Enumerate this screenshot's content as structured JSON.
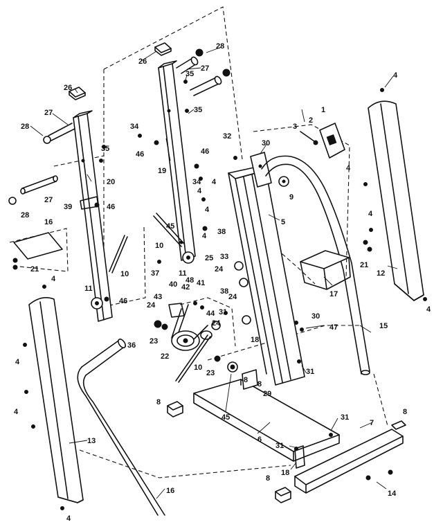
{
  "callouts": [
    {
      "id": "c1",
      "text": "1"
    },
    {
      "id": "c2",
      "text": "2"
    },
    {
      "id": "c3",
      "text": "3"
    },
    {
      "id": "c4a",
      "text": "4"
    },
    {
      "id": "c4b",
      "text": "4"
    },
    {
      "id": "c4c",
      "text": "4"
    },
    {
      "id": "c4d",
      "text": "4"
    },
    {
      "id": "c4e",
      "text": "4"
    },
    {
      "id": "c4f",
      "text": "4"
    },
    {
      "id": "c4g",
      "text": "4"
    },
    {
      "id": "c4h",
      "text": "4"
    },
    {
      "id": "c4i",
      "text": "4"
    },
    {
      "id": "c4j",
      "text": "4"
    },
    {
      "id": "c4k",
      "text": "4"
    },
    {
      "id": "c4l",
      "text": "4"
    },
    {
      "id": "c5",
      "text": "5"
    },
    {
      "id": "c6",
      "text": "6"
    },
    {
      "id": "c7",
      "text": "7"
    },
    {
      "id": "c8a",
      "text": "8"
    },
    {
      "id": "c8b",
      "text": "8"
    },
    {
      "id": "c8c",
      "text": "8"
    },
    {
      "id": "c8d",
      "text": "8"
    },
    {
      "id": "c8e",
      "text": "8"
    },
    {
      "id": "c9",
      "text": "9"
    },
    {
      "id": "c10a",
      "text": "10"
    },
    {
      "id": "c10b",
      "text": "10"
    },
    {
      "id": "c10c",
      "text": "10"
    },
    {
      "id": "c11a",
      "text": "11"
    },
    {
      "id": "c11b",
      "text": "11"
    },
    {
      "id": "c12",
      "text": "12"
    },
    {
      "id": "c13",
      "text": "13"
    },
    {
      "id": "c14",
      "text": "14"
    },
    {
      "id": "c15",
      "text": "15"
    },
    {
      "id": "c16a",
      "text": "16"
    },
    {
      "id": "c16b",
      "text": "16"
    },
    {
      "id": "c17",
      "text": "17"
    },
    {
      "id": "c18a",
      "text": "18"
    },
    {
      "id": "c18b",
      "text": "18"
    },
    {
      "id": "c19",
      "text": "19"
    },
    {
      "id": "c20",
      "text": "20"
    },
    {
      "id": "c21a",
      "text": "21"
    },
    {
      "id": "c21b",
      "text": "21"
    },
    {
      "id": "c22",
      "text": "22"
    },
    {
      "id": "c23a",
      "text": "23"
    },
    {
      "id": "c23b",
      "text": "23"
    },
    {
      "id": "c24a",
      "text": "24"
    },
    {
      "id": "c24b",
      "text": "24"
    },
    {
      "id": "c24c",
      "text": "24"
    },
    {
      "id": "c24d",
      "text": "24"
    },
    {
      "id": "c25",
      "text": "25"
    },
    {
      "id": "c26a",
      "text": "26"
    },
    {
      "id": "c26b",
      "text": "26"
    },
    {
      "id": "c27a",
      "text": "27"
    },
    {
      "id": "c27b",
      "text": "27"
    },
    {
      "id": "c27c",
      "text": "27"
    },
    {
      "id": "c28a",
      "text": "28"
    },
    {
      "id": "c28b",
      "text": "28"
    },
    {
      "id": "c28c",
      "text": "28"
    },
    {
      "id": "c29",
      "text": "29"
    },
    {
      "id": "c30a",
      "text": "30"
    },
    {
      "id": "c30b",
      "text": "30"
    },
    {
      "id": "c31a",
      "text": "31"
    },
    {
      "id": "c31b",
      "text": "31"
    },
    {
      "id": "c31c",
      "text": "31"
    },
    {
      "id": "c31d",
      "text": "31"
    },
    {
      "id": "c32",
      "text": "32"
    },
    {
      "id": "c33",
      "text": "33"
    },
    {
      "id": "c34a",
      "text": "34"
    },
    {
      "id": "c34b",
      "text": "34"
    },
    {
      "id": "c35a",
      "text": "35"
    },
    {
      "id": "c35b",
      "text": "35"
    },
    {
      "id": "c35c",
      "text": "35"
    },
    {
      "id": "c36",
      "text": "36"
    },
    {
      "id": "c37",
      "text": "37"
    },
    {
      "id": "c38a",
      "text": "38"
    },
    {
      "id": "c38b",
      "text": "38"
    },
    {
      "id": "c39",
      "text": "39"
    },
    {
      "id": "c40",
      "text": "40"
    },
    {
      "id": "c41",
      "text": "41"
    },
    {
      "id": "c42",
      "text": "42"
    },
    {
      "id": "c43",
      "text": "43"
    },
    {
      "id": "c44",
      "text": "44"
    },
    {
      "id": "c45a",
      "text": "45"
    },
    {
      "id": "c45b",
      "text": "45"
    },
    {
      "id": "c46a",
      "text": "46"
    },
    {
      "id": "c46b",
      "text": "46"
    },
    {
      "id": "c46c",
      "text": "46"
    },
    {
      "id": "c46d",
      "text": "46"
    },
    {
      "id": "c47",
      "text": "47"
    },
    {
      "id": "c48",
      "text": "48"
    }
  ]
}
